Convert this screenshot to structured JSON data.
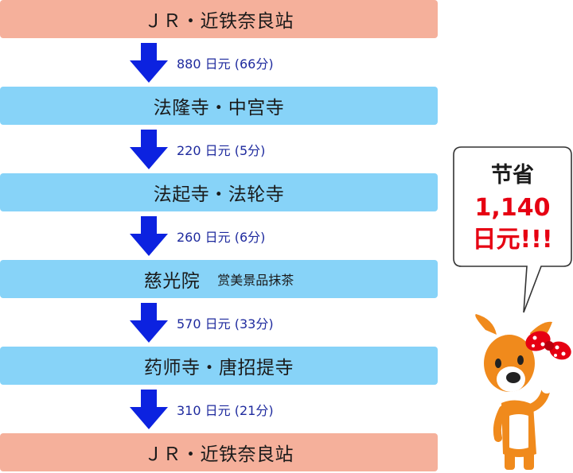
{
  "route": {
    "stops": [
      {
        "name": "ＪＲ・近铁奈良站",
        "sub": "",
        "kind": "station"
      },
      {
        "name": "法隆寺・中宫寺",
        "sub": "",
        "kind": "temple"
      },
      {
        "name": "法起寺・法轮寺",
        "sub": "",
        "kind": "temple"
      },
      {
        "name": "慈光院",
        "sub": "赏美景品抹茶",
        "kind": "temple"
      },
      {
        "name": "药师寺・唐招提寺",
        "sub": "",
        "kind": "temple"
      },
      {
        "name": "ＪＲ・近铁奈良站",
        "sub": "",
        "kind": "station"
      }
    ],
    "legs": [
      {
        "fare": "880 日元 (66分)"
      },
      {
        "fare": "220 日元 (5分)"
      },
      {
        "fare": "260 日元 (6分)"
      },
      {
        "fare": "570 日元 (33分)"
      },
      {
        "fare": "310 日元 (21分)"
      }
    ]
  },
  "callout": {
    "title": "节省",
    "amount": "1,140",
    "unit": "日元!!!"
  },
  "colors": {
    "station_box": "#f5b09b",
    "temple_box": "#87d3f8",
    "arrow": "#0c22e0",
    "fare_text": "#1e2a9e",
    "savings_text": "#e60012",
    "deer_fur": "#f08a1c"
  },
  "icons": {
    "leg_arrow": "arrow-down-icon",
    "mascot": "deer-mascot-icon"
  }
}
